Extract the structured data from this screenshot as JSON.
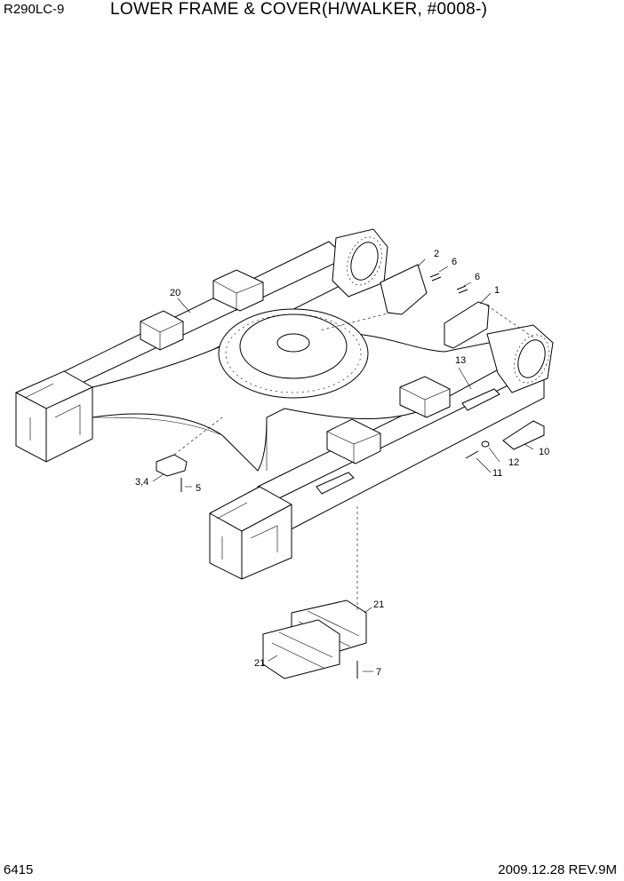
{
  "header": {
    "model": "R290LC-9",
    "title": "LOWER FRAME & COVER(H/WALKER, #0008-)"
  },
  "footer": {
    "page": "6415",
    "revision": "2009.12.28  REV.9M"
  },
  "callouts": {
    "c1": "1",
    "c2": "2",
    "c6a": "6",
    "c6b": "6",
    "c20": "20",
    "c13": "13",
    "c10": "10",
    "c12": "12",
    "c11": "11",
    "c34": "3,4",
    "c5": "5",
    "c21a": "21",
    "c21b": "21",
    "c7": "7"
  }
}
